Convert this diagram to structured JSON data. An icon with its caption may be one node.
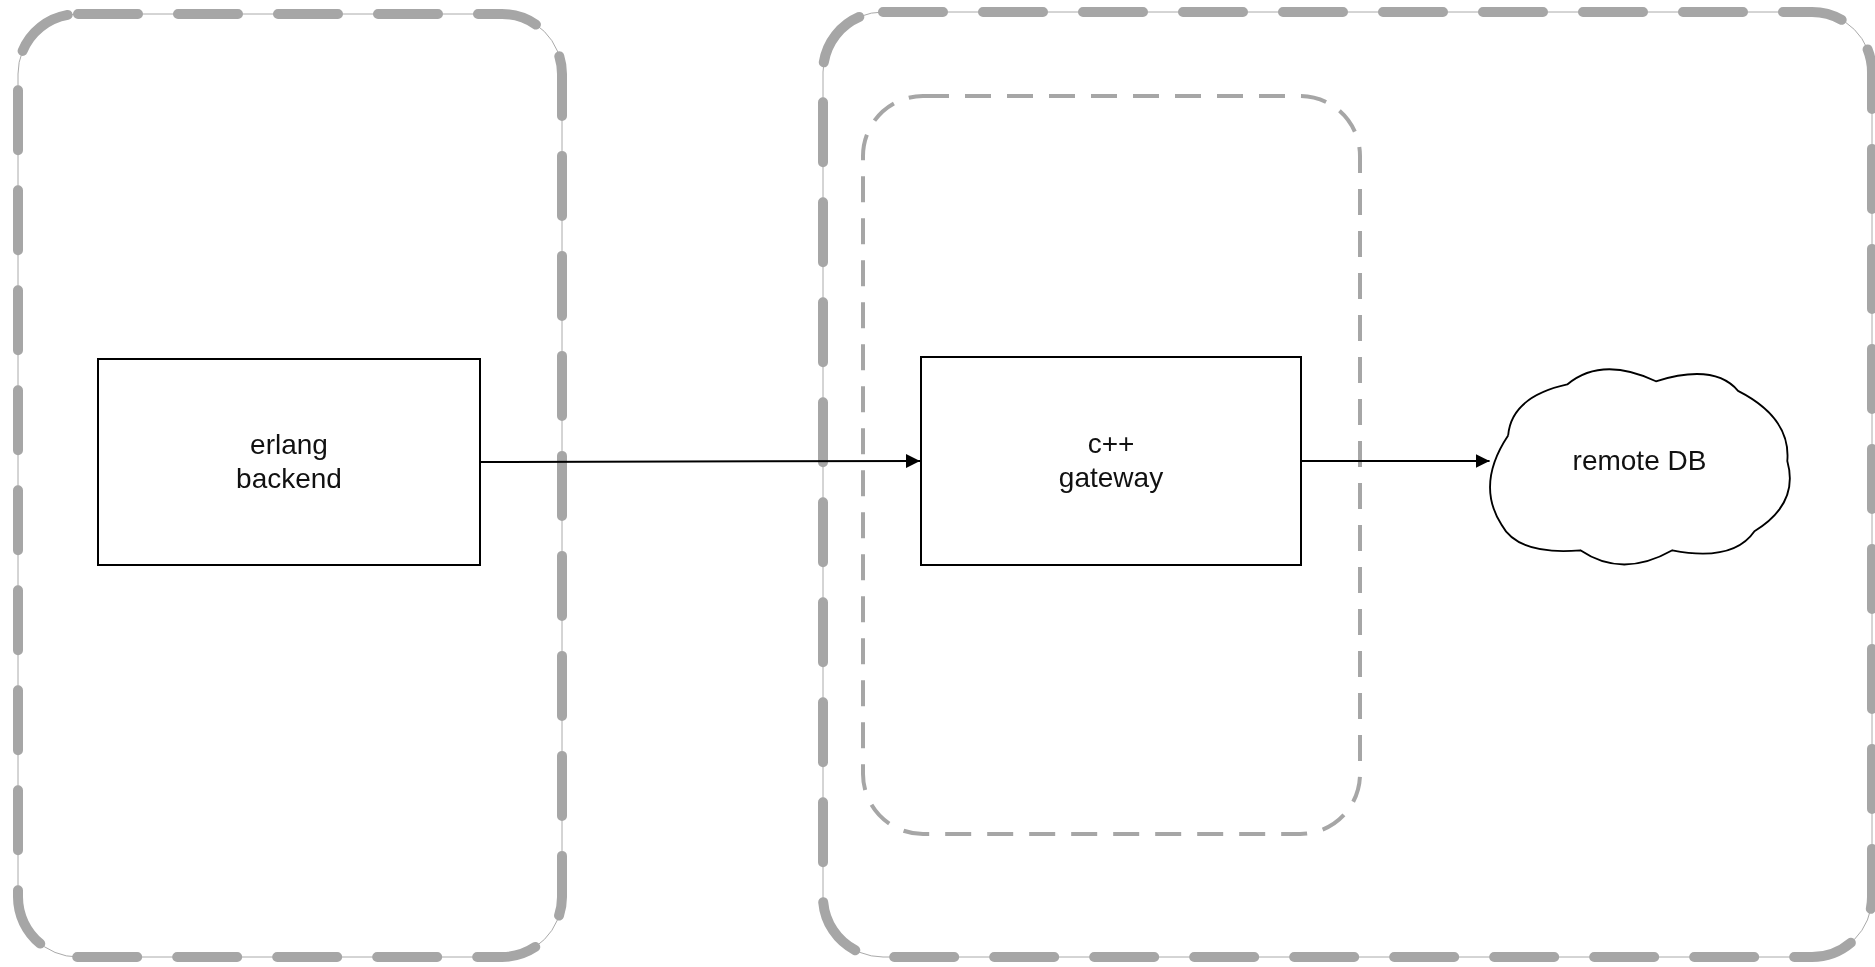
{
  "diagram": {
    "nodes": [
      {
        "text": [],
        "shape": "box"
      },
      {
        "text": [
          "erlang backend"
        ],
        "in": 0
      },
      {
        "text": [],
        "shape": "box"
      },
      {
        "text": [],
        "shape": "box",
        "in": 2
      },
      {
        "text": [
          "c++ gateway"
        ],
        "in": 3
      },
      {
        "text": [
          "remote DB"
        ],
        "in": 2
      }
    ],
    "edges": [
      {
        "from": 1,
        "to": 4,
        "arrow": "to"
      },
      {
        "from": 4,
        "to": 5,
        "arrow": "to"
      }
    ]
  }
}
